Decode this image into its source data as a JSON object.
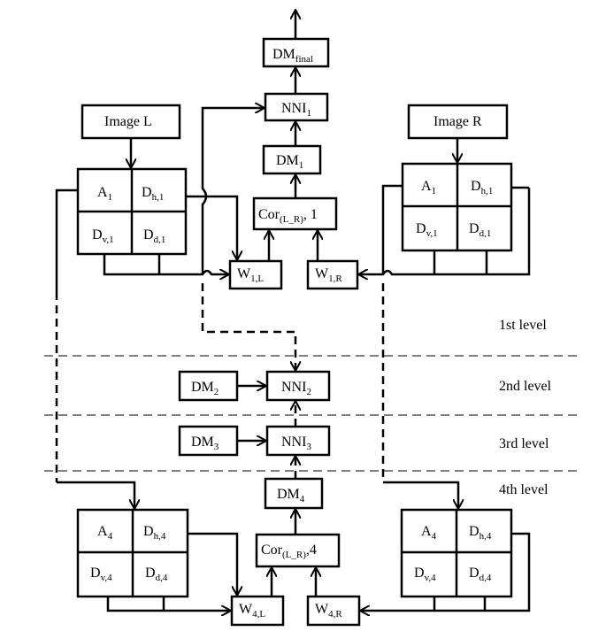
{
  "levels": {
    "l1": "1st level",
    "l2": "2nd level",
    "l3": "3rd level",
    "l4": "4th level"
  },
  "nodes": {
    "dm_final": {
      "main": "DM",
      "sub": "final"
    },
    "nni_1": {
      "main": "NNI",
      "sub": "1"
    },
    "dm_1": {
      "main": "DM",
      "sub": "1"
    },
    "cor_1": {
      "main": "Cor",
      "sub": "(L_R)",
      "tail": ", 1"
    },
    "image_l": {
      "main": "Image L"
    },
    "image_r": {
      "main": "Image R"
    },
    "w_1l": {
      "main": "W",
      "sub": "1,L"
    },
    "w_1r": {
      "main": "W",
      "sub": "1,R"
    },
    "dm_2": {
      "main": "DM",
      "sub": "2"
    },
    "nni_2": {
      "main": "NNI",
      "sub": "2"
    },
    "dm_3": {
      "main": "DM",
      "sub": "3"
    },
    "nni_3": {
      "main": "NNI",
      "sub": "3"
    },
    "dm_4": {
      "main": "DM",
      "sub": "4"
    },
    "cor_4": {
      "main": "Cor",
      "sub": "(L_R)",
      "tail": ",4"
    },
    "w_4l": {
      "main": "W",
      "sub": "4,L"
    },
    "w_4r": {
      "main": "W",
      "sub": "4,R"
    }
  },
  "grids": {
    "left_1": {
      "a": {
        "main": "A",
        "sub": "1"
      },
      "dh": {
        "main": "D",
        "sub": "h,1"
      },
      "dv": {
        "main": "D",
        "sub": "v,1"
      },
      "dd": {
        "main": "D",
        "sub": "d,1"
      }
    },
    "right_1": {
      "a": {
        "main": "A",
        "sub": "1"
      },
      "dh": {
        "main": "D",
        "sub": "h,1"
      },
      "dv": {
        "main": "D",
        "sub": "v,1"
      },
      "dd": {
        "main": "D",
        "sub": "d,1"
      }
    },
    "left_4": {
      "a": {
        "main": "A",
        "sub": "4"
      },
      "dh": {
        "main": "D",
        "sub": "h,4"
      },
      "dv": {
        "main": "D",
        "sub": "v,4"
      },
      "dd": {
        "main": "D",
        "sub": "d,4"
      }
    },
    "right_4": {
      "a": {
        "main": "A",
        "sub": "4"
      },
      "dh": {
        "main": "D",
        "sub": "h,4"
      },
      "dv": {
        "main": "D",
        "sub": "v,4"
      },
      "dd": {
        "main": "D",
        "sub": "d,4"
      }
    }
  }
}
